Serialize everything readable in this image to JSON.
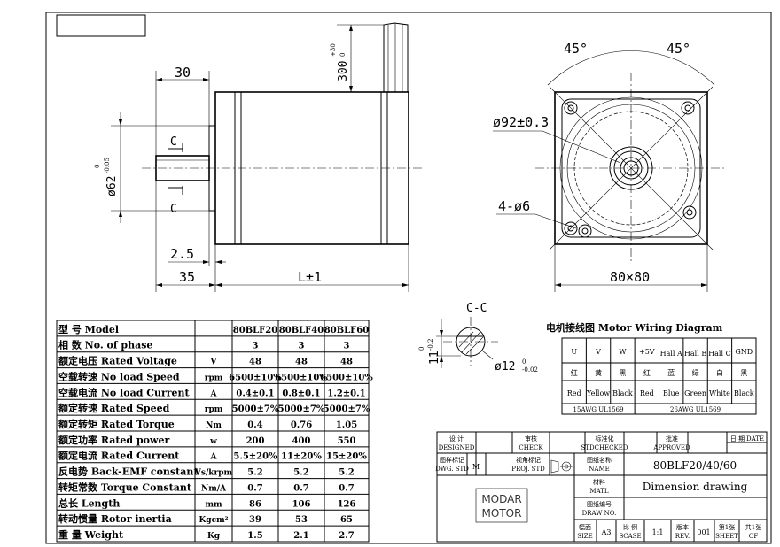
{
  "side_view": {
    "dim_shaft_len": "30",
    "dim_cable": "300",
    "dim_cable_tol_up": "+30",
    "dim_cable_tol_dn": "0",
    "dim_dia": "ø62",
    "dim_dia_tol_up": "0",
    "dim_dia_tol_dn": "-0.05",
    "section_mark_top": "C",
    "section_mark_bottom": "C",
    "dim_step": "2.5",
    "dim_flange": "35",
    "dim_body": "L±1"
  },
  "front_view": {
    "angle_left": "45°",
    "angle_right": "45°",
    "pcd": "ø92±0.3",
    "holes": "4-ø6",
    "size": "80×80"
  },
  "section_view": {
    "title": "C-C",
    "key_dim": "11",
    "key_tol_up": "0",
    "key_tol_dn": "-0.2",
    "shaft_dia": "ø12",
    "shaft_tol_up": "0",
    "shaft_tol_dn": "-0.02"
  },
  "specs": {
    "header": [
      "型 号  Model",
      "",
      "80BLF20",
      "80BLF40",
      "80BLF60"
    ],
    "rows": [
      [
        "相 数  No. of phase",
        "",
        "3",
        "3",
        "3"
      ],
      [
        "额定电压  Rated Voltage",
        "V",
        "48",
        "48",
        "48"
      ],
      [
        "空载转速  No load Speed",
        "rpm",
        "6500±10%",
        "6500±10%",
        "6500±10%"
      ],
      [
        "空载电流 No load Current",
        "A",
        "0.4±0.1",
        "0.8±0.1",
        "1.2±0.1"
      ],
      [
        "额定转速  Rated Speed",
        "rpm",
        "5000±7%",
        "5000±7%",
        "5000±7%"
      ],
      [
        "额定转矩  Rated Torque",
        "Nm",
        "0.4",
        "0.76",
        "1.05"
      ],
      [
        "额定功率  Rated power",
        "w",
        "200",
        "400",
        "550"
      ],
      [
        "额定电流 Rated Current",
        "A",
        "5.5±20%",
        "11±20%",
        "15±20%"
      ],
      [
        "反电势  Back-EMF constant",
        "Vs/krpm",
        "5.2",
        "5.2",
        "5.2"
      ],
      [
        "转矩常数  Torque Constant",
        "Nm/A",
        "0.7",
        "0.7",
        "0.7"
      ],
      [
        "总长   Length",
        "mm",
        "86",
        "106",
        "126"
      ],
      [
        "转动惯量 Rotor inertia",
        "Kgcm²",
        "39",
        "53",
        "65"
      ],
      [
        "重 量  Weight",
        "Kg",
        "1.5",
        "2.1",
        "2.7"
      ]
    ]
  },
  "wiring": {
    "title": "电机接线图 Motor Wiring Diagram",
    "signals": [
      "U",
      "V",
      "W",
      "+5V",
      "Hall A",
      "Hall B",
      "Hall C",
      "GND"
    ],
    "colors_cn": [
      "红",
      "黄",
      "黑",
      "红",
      "蓝",
      "绿",
      "白",
      "黑"
    ],
    "colors_en": [
      "Red",
      "Yellow",
      "Black",
      "Red",
      "Blue",
      "Green",
      "White",
      "Black"
    ],
    "awg_left": "15AWG UL1569",
    "awg_right": "26AWG UL1569"
  },
  "title_block": {
    "designed_cn": "设 计",
    "designed_en": "DESIGNED",
    "check_cn": "审核",
    "check_en": "CHECK",
    "std_cn": "标准化",
    "std_en": "STDCHECKED",
    "approved_cn": "批准",
    "approved_en": "APPROVED",
    "date_cn": "日 期",
    "date_en": "DATE",
    "dwg_std_cn": "图样标记",
    "dwg_std_en": "DWG. STD",
    "dwg_std_val": "M",
    "proj_cn": "视角标记",
    "proj_en": "PROJ. STD",
    "name_cn": "图纸名称",
    "name_en": "NAME",
    "name_val": "80BLF20/40/60",
    "matl_cn": "材料",
    "matl_en": "MATL",
    "matl_val": "Dimension drawing",
    "drawno_cn": "图纸编号",
    "drawno_en": "DRAW NO.",
    "size_cn": "幅面",
    "size_en": "SIZE",
    "size_val": "A3",
    "scale_cn": "比 例",
    "scale_en": "SCASE",
    "scale_val": "1:1",
    "rev_cn": "版本",
    "rev_en": "REV.",
    "rev_val": "001",
    "sheet_cn": "第1张",
    "sheet_en": "SHEET",
    "of_cn": "共1张",
    "of_en": "OF",
    "logo_line1": "MODAR",
    "logo_line2": "MOTOR"
  }
}
